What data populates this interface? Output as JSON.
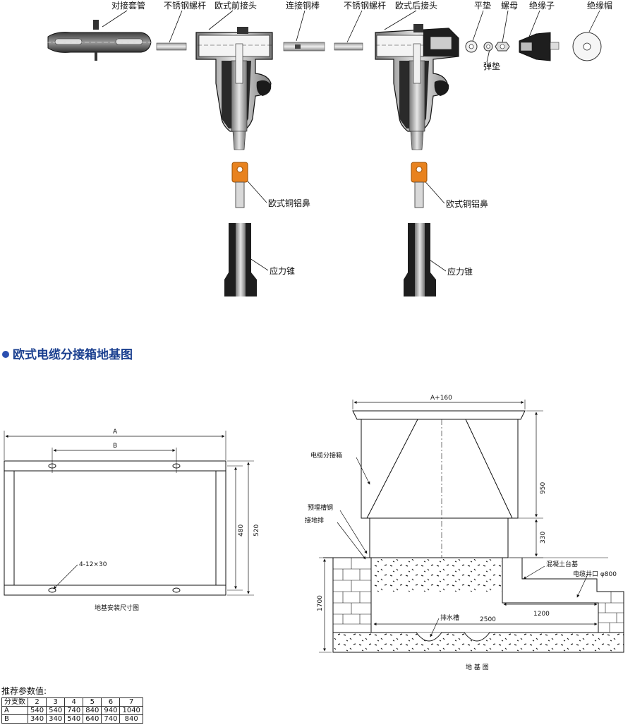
{
  "components": {
    "dui_jie_tao_guan": "对接套管",
    "bu_xiu_gang_luo_gan_1": "不锈钢螺杆",
    "ou_shi_qian_jie_tou": "欧式前接头",
    "lian_jie_tong_bang": "连接铜棒",
    "bu_xiu_gang_luo_gan_2": "不锈钢螺杆",
    "ou_shi_hou_jie_tou": "欧式后接头",
    "ping_dian": "平垫",
    "luo_mu": "螺母",
    "jue_yuan_zi": "绝缘子",
    "jue_yuan_mao": "绝缘帽",
    "tan_dian": "弹垫",
    "tong_lv_bi_1": "欧式铜铝鼻",
    "tong_lv_bi_2": "欧式铜铝鼻",
    "ying_li_zhui_1": "应力锥",
    "ying_li_zhui_2": "应力锥"
  },
  "section_title": "欧式电缆分接箱地基图",
  "install_drawing": {
    "dim_a": "A",
    "dim_b": "B",
    "dim_480": "480",
    "dim_520": "520",
    "holes": "4-12×30",
    "caption": "地基安装尺寸图"
  },
  "foundation_drawing": {
    "dim_a160": "A+160",
    "dim_950": "950",
    "dim_330": "330",
    "dim_1700": "1700",
    "dim_1200": "1200",
    "dim_2500": "2500",
    "box": "电缆分接箱",
    "channel_steel": "预埋槽钢",
    "ground_bar": "接地排",
    "concrete_base": "混凝土台基",
    "cable_well": "电缆井口 φ800",
    "drain": "排水槽",
    "caption": "地 基 图"
  },
  "params": {
    "title": "推荐参数值:",
    "rows": [
      [
        "分支数",
        "2",
        "3",
        "4",
        "5",
        "6",
        "7"
      ],
      [
        "A",
        "540",
        "540",
        "740",
        "840",
        "940",
        "1040"
      ],
      [
        "B",
        "340",
        "340",
        "540",
        "640",
        "740",
        "840"
      ]
    ]
  },
  "colors": {
    "title_blue": "#1a3f8f",
    "bullet": "#2a4fb0",
    "orange": "#e8821e",
    "dark": "#1a1a1a",
    "gray": "#bdbdbd"
  }
}
